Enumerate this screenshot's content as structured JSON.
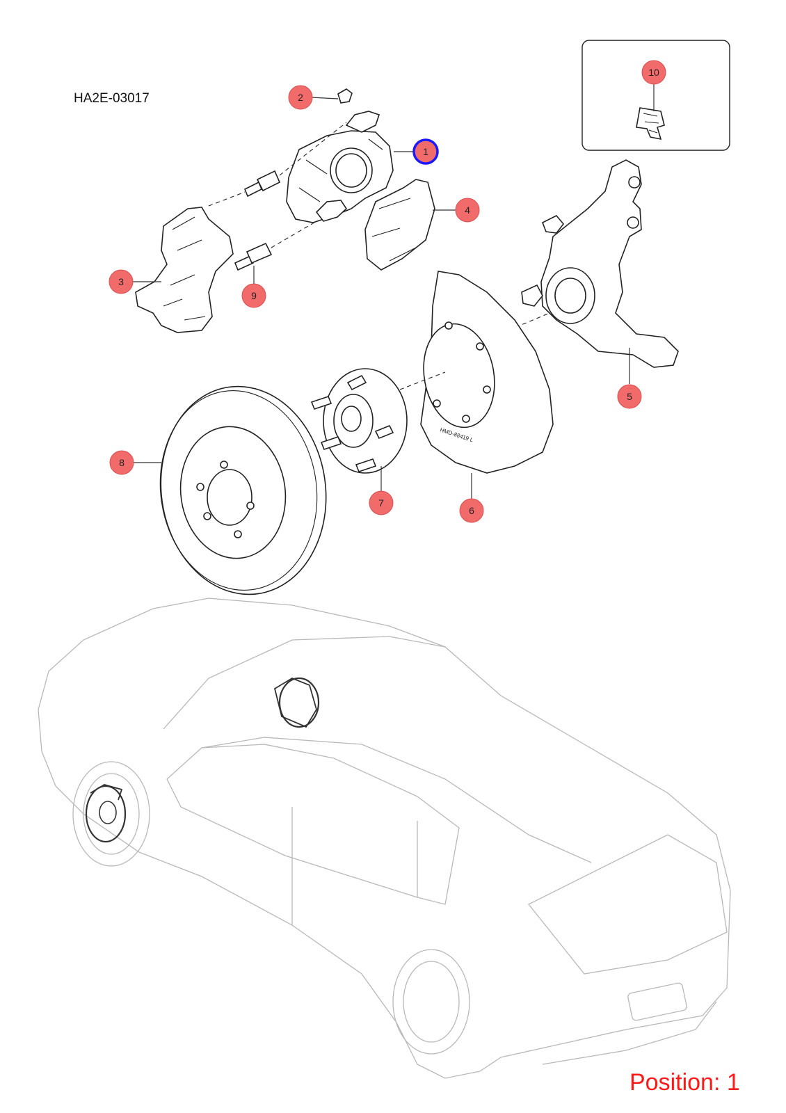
{
  "diagram": {
    "reference_code": "HA2E-03017",
    "position_label": "Position: 1",
    "highlight_color": "#1a1aff",
    "callout_fill": "#f26b6b",
    "position_label_color": "#ff1a1a",
    "callouts": [
      {
        "id": "1",
        "label": "1",
        "selected": true
      },
      {
        "id": "2",
        "label": "2",
        "selected": false
      },
      {
        "id": "3",
        "label": "3",
        "selected": false
      },
      {
        "id": "4",
        "label": "4",
        "selected": false
      },
      {
        "id": "5",
        "label": "5",
        "selected": false
      },
      {
        "id": "6",
        "label": "6",
        "selected": false
      },
      {
        "id": "7",
        "label": "7",
        "selected": false
      },
      {
        "id": "8",
        "label": "8",
        "selected": false
      },
      {
        "id": "9",
        "label": "9",
        "selected": false
      },
      {
        "id": "10",
        "label": "10",
        "selected": false
      }
    ],
    "shield_marking": "HMD-88419 L"
  }
}
